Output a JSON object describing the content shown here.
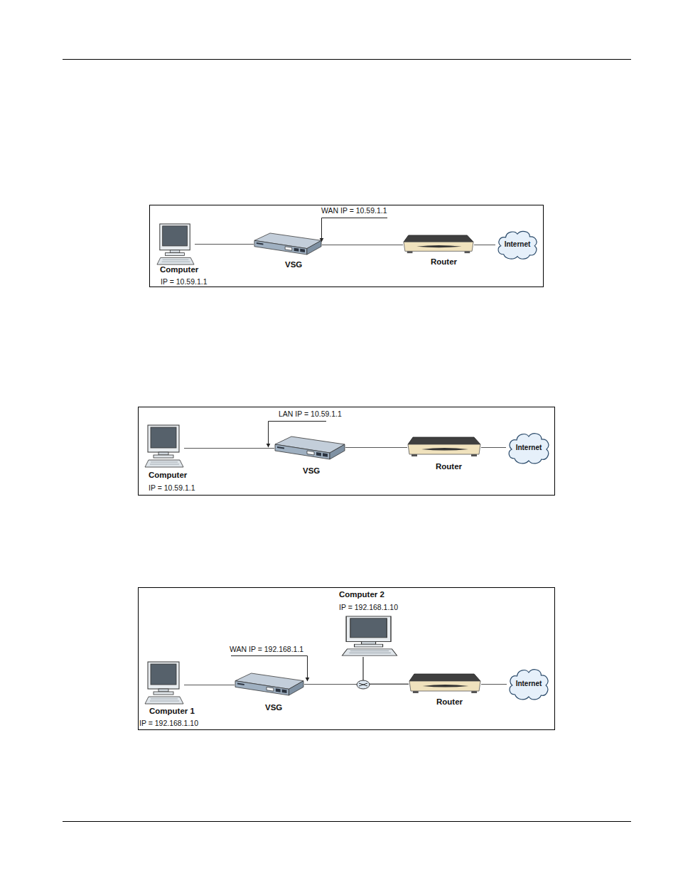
{
  "diagram": {
    "nodes": [
      {
        "text": [
          "Computer",
          "IP = 10.59.1.1"
        ]
      },
      {
        "text": [
          "VSG"
        ]
      },
      {
        "text": [
          "Router"
        ]
      },
      {
        "text": [
          "Internet"
        ]
      },
      {
        "text": [
          "Computer",
          "IP = 10.59.1.1"
        ]
      },
      {
        "text": [
          "VSG"
        ]
      },
      {
        "text": [
          "Router"
        ]
      },
      {
        "text": [
          "Internet"
        ]
      },
      {
        "text": [
          "Computer 2",
          "IP = 192.168.1.10"
        ]
      },
      {
        "text": [
          "Computer 1",
          "IP = 192.168.1.10"
        ]
      },
      {
        "text": [
          "VSG"
        ]
      },
      {
        "text": [
          "Router"
        ]
      },
      {
        "text": [
          "Internet"
        ]
      }
    ],
    "edges": [
      {
        "from": 0,
        "to": 1,
        "arrow": "none"
      },
      {
        "from": 1,
        "to": 2,
        "arrow": "none"
      },
      {
        "from": 2,
        "to": 3,
        "arrow": "none"
      },
      {
        "from": 4,
        "to": 5,
        "arrow": "none"
      },
      {
        "from": 5,
        "to": 6,
        "arrow": "none"
      },
      {
        "from": 6,
        "to": 7,
        "arrow": "none"
      },
      {
        "from": 9,
        "to": 10,
        "arrow": "none"
      },
      {
        "from": 10,
        "to": 11,
        "arrow": "none"
      },
      {
        "from": 8,
        "to": 11,
        "arrow": "none"
      },
      {
        "from": 8,
        "to": 10,
        "arrow": "none"
      },
      {
        "from": 11,
        "to": 12,
        "arrow": "none"
      }
    ],
    "labels": [
      "WAN IP = 10.59.1.1",
      "LAN IP = 10.59.1.1",
      "WAN IP = 192.168.1.1"
    ]
  }
}
